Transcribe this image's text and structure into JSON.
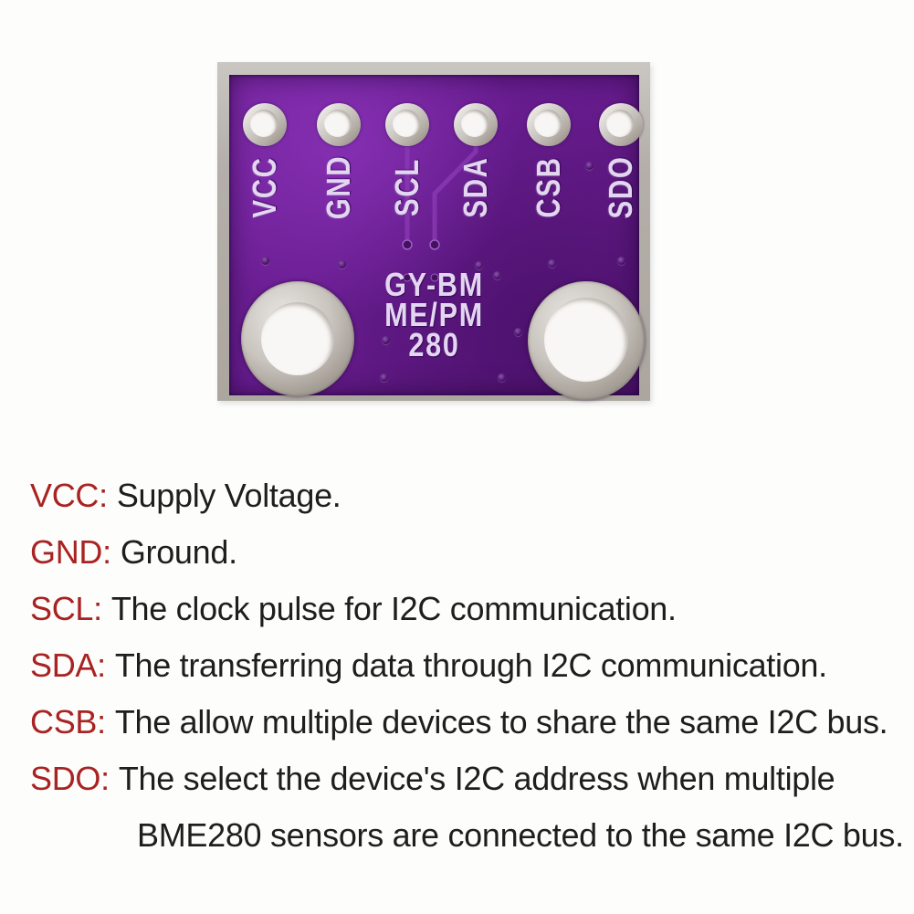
{
  "module": {
    "pins": [
      {
        "label": "VCC"
      },
      {
        "label": "GND"
      },
      {
        "label": "SCL"
      },
      {
        "label": "SDA"
      },
      {
        "label": "CSB"
      },
      {
        "label": "SDO"
      }
    ],
    "silkscreen": {
      "line1": "GY-BM",
      "line2": "ME/PM",
      "line3": "280"
    }
  },
  "pinout": {
    "entries": [
      {
        "pin": "VCC:",
        "desc": "Supply Voltage."
      },
      {
        "pin": "GND:",
        "desc": "Ground."
      },
      {
        "pin": "SCL:",
        "desc": "The clock pulse for I2C communication."
      },
      {
        "pin": "SDA:",
        "desc": "The transferring data through I2C communication."
      },
      {
        "pin": "CSB:",
        "desc": "The allow multiple devices to share the same I2C bus."
      },
      {
        "pin": "SDO:",
        "desc": "The select the device's I2C address when multiple"
      },
      {
        "pin": "",
        "desc": "BME280 sensors are connected to the same I2C bus.",
        "continuation": true
      }
    ]
  },
  "colors": {
    "pcb_purple": "#671c8e",
    "pcb_highlight": "#77249f",
    "silkscreen": "#e3d6f1",
    "board_edge_silver": "#b4afaa",
    "pin_name_red": "#a82322",
    "description_black": "#1e1e1e",
    "background": "#fdfdfc"
  }
}
